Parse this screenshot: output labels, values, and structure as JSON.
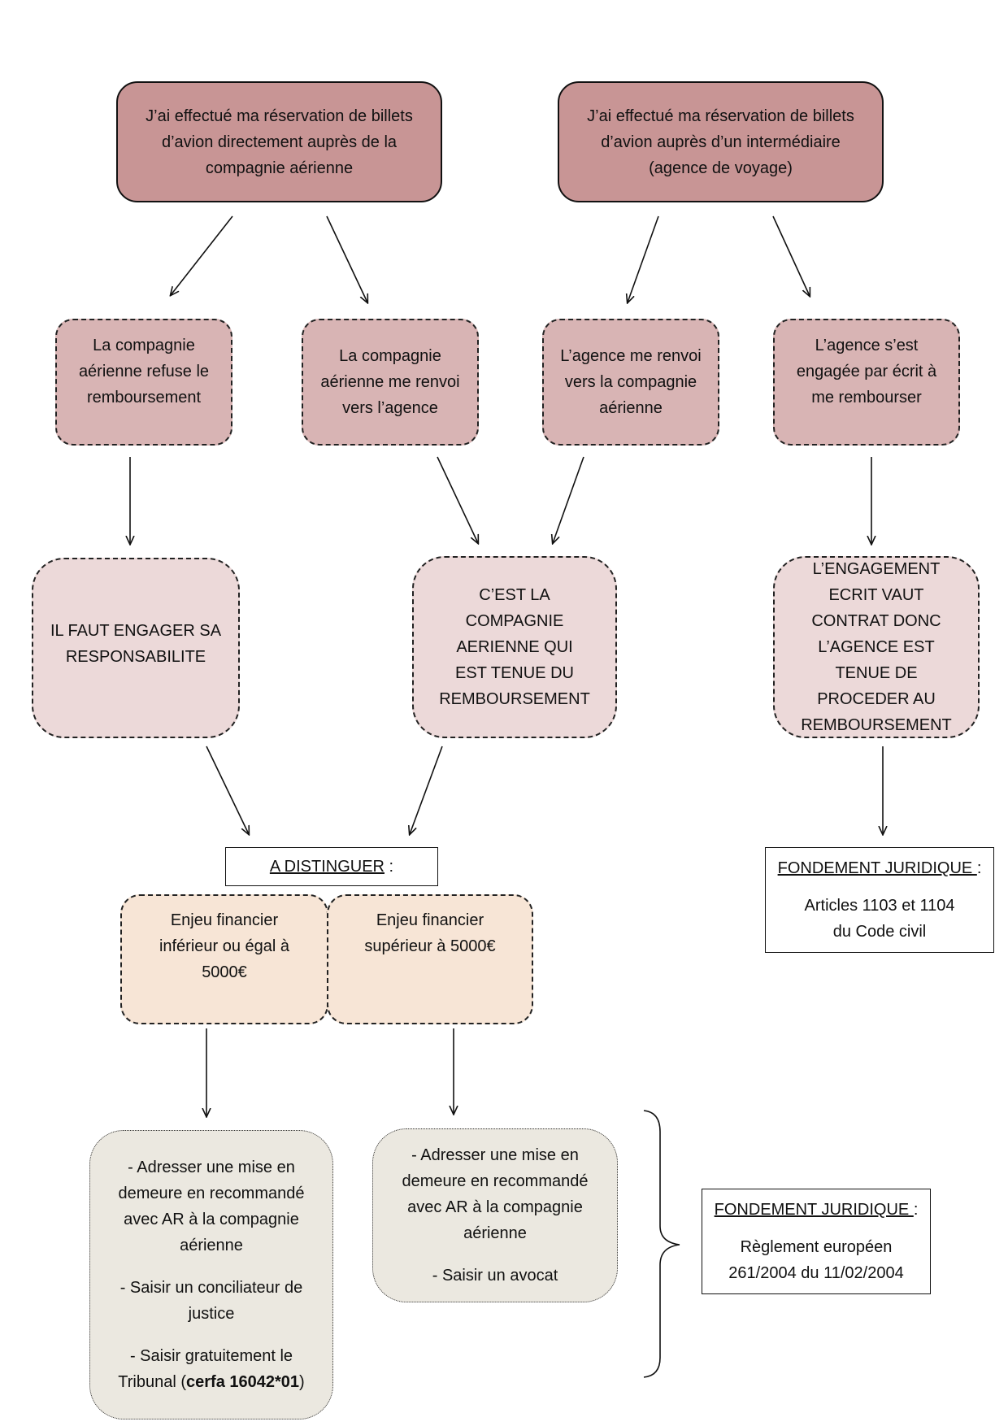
{
  "top": {
    "direct": "J’ai effectué ma réservation de billets d’avion directement auprès de la compagnie aérienne",
    "intermediary": "J’ai effectué ma réservation de billets d’avion auprès d’un intermédiaire (agence de voyage)"
  },
  "cases": {
    "refuse": "La compagnie aérienne refuse le remboursement",
    "to_agency": "La compagnie aérienne me renvoi vers l’agence",
    "to_airline": "L’agence me renvoi vers la compagnie aérienne",
    "agency_committed": "L’agence s’est engagée par écrit à me rembourser"
  },
  "conclusions": {
    "liability": "IL FAUT ENGAGER SA RESPONSABILITE",
    "airline_bound": "C’EST LA COMPAGNIE AERIENNE QUI EST TENUE DU REMBOURSEMENT",
    "written_contract": "L’ENGAGEMENT ECRIT VAUT CONTRAT DONC L’AGENCE EST TENUE DE PROCEDER AU REMBOURSEMENT"
  },
  "distinguish": {
    "label": "A DISTINGUER",
    "suffix": " :"
  },
  "stakes": {
    "low": "Enjeu financier inférieur ou égal à 5000€",
    "high": "Enjeu financier supérieur à 5000€"
  },
  "actions": {
    "low": {
      "step1": "- Adresser une mise en demeure en recommandé avec AR à la compagnie aérienne",
      "step2": "- Saisir un conciliateur de justice",
      "step3_prefix": "- Saisir gratuitement le Tribunal (",
      "step3_bold": "cerfa 16042*01",
      "step3_suffix": ")"
    },
    "high": {
      "step1": "- Adresser une mise en demeure en recommandé avec AR à la compagnie aérienne",
      "step2": "- Saisir un avocat"
    }
  },
  "legal_civil": {
    "heading": "FONDEMENT JURIDIQUE ",
    "colon": ":",
    "body": "Articles 1103 et 1104 du Code civil"
  },
  "legal_eu": {
    "heading": "FONDEMENT JURIDIQUE ",
    "colon": ":",
    "body": "Règlement européen 261/2004 du 11/02/2004"
  }
}
